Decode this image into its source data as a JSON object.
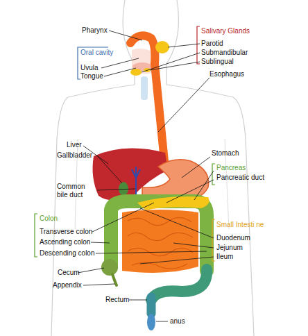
{
  "diagram": {
    "labels": [
      "Pharynx",
      "Salivary Glands",
      "Parotid",
      "Submandibular",
      "Sublingual",
      "Oral cavity",
      "Uvula",
      "Tongue",
      "Esophagus",
      "Liver",
      "Gallbladder",
      "Stomach",
      "Pancreas",
      "Pancreatic duct",
      "Common bile duct",
      "Colon",
      "Transverse colon",
      "Ascending colon",
      "Descending colon",
      "Small Intesti ne",
      "Duodenum",
      "Jejunum",
      "Ileum",
      "Cecum",
      "Appendix",
      "Rectum",
      "anus"
    ]
  }
}
